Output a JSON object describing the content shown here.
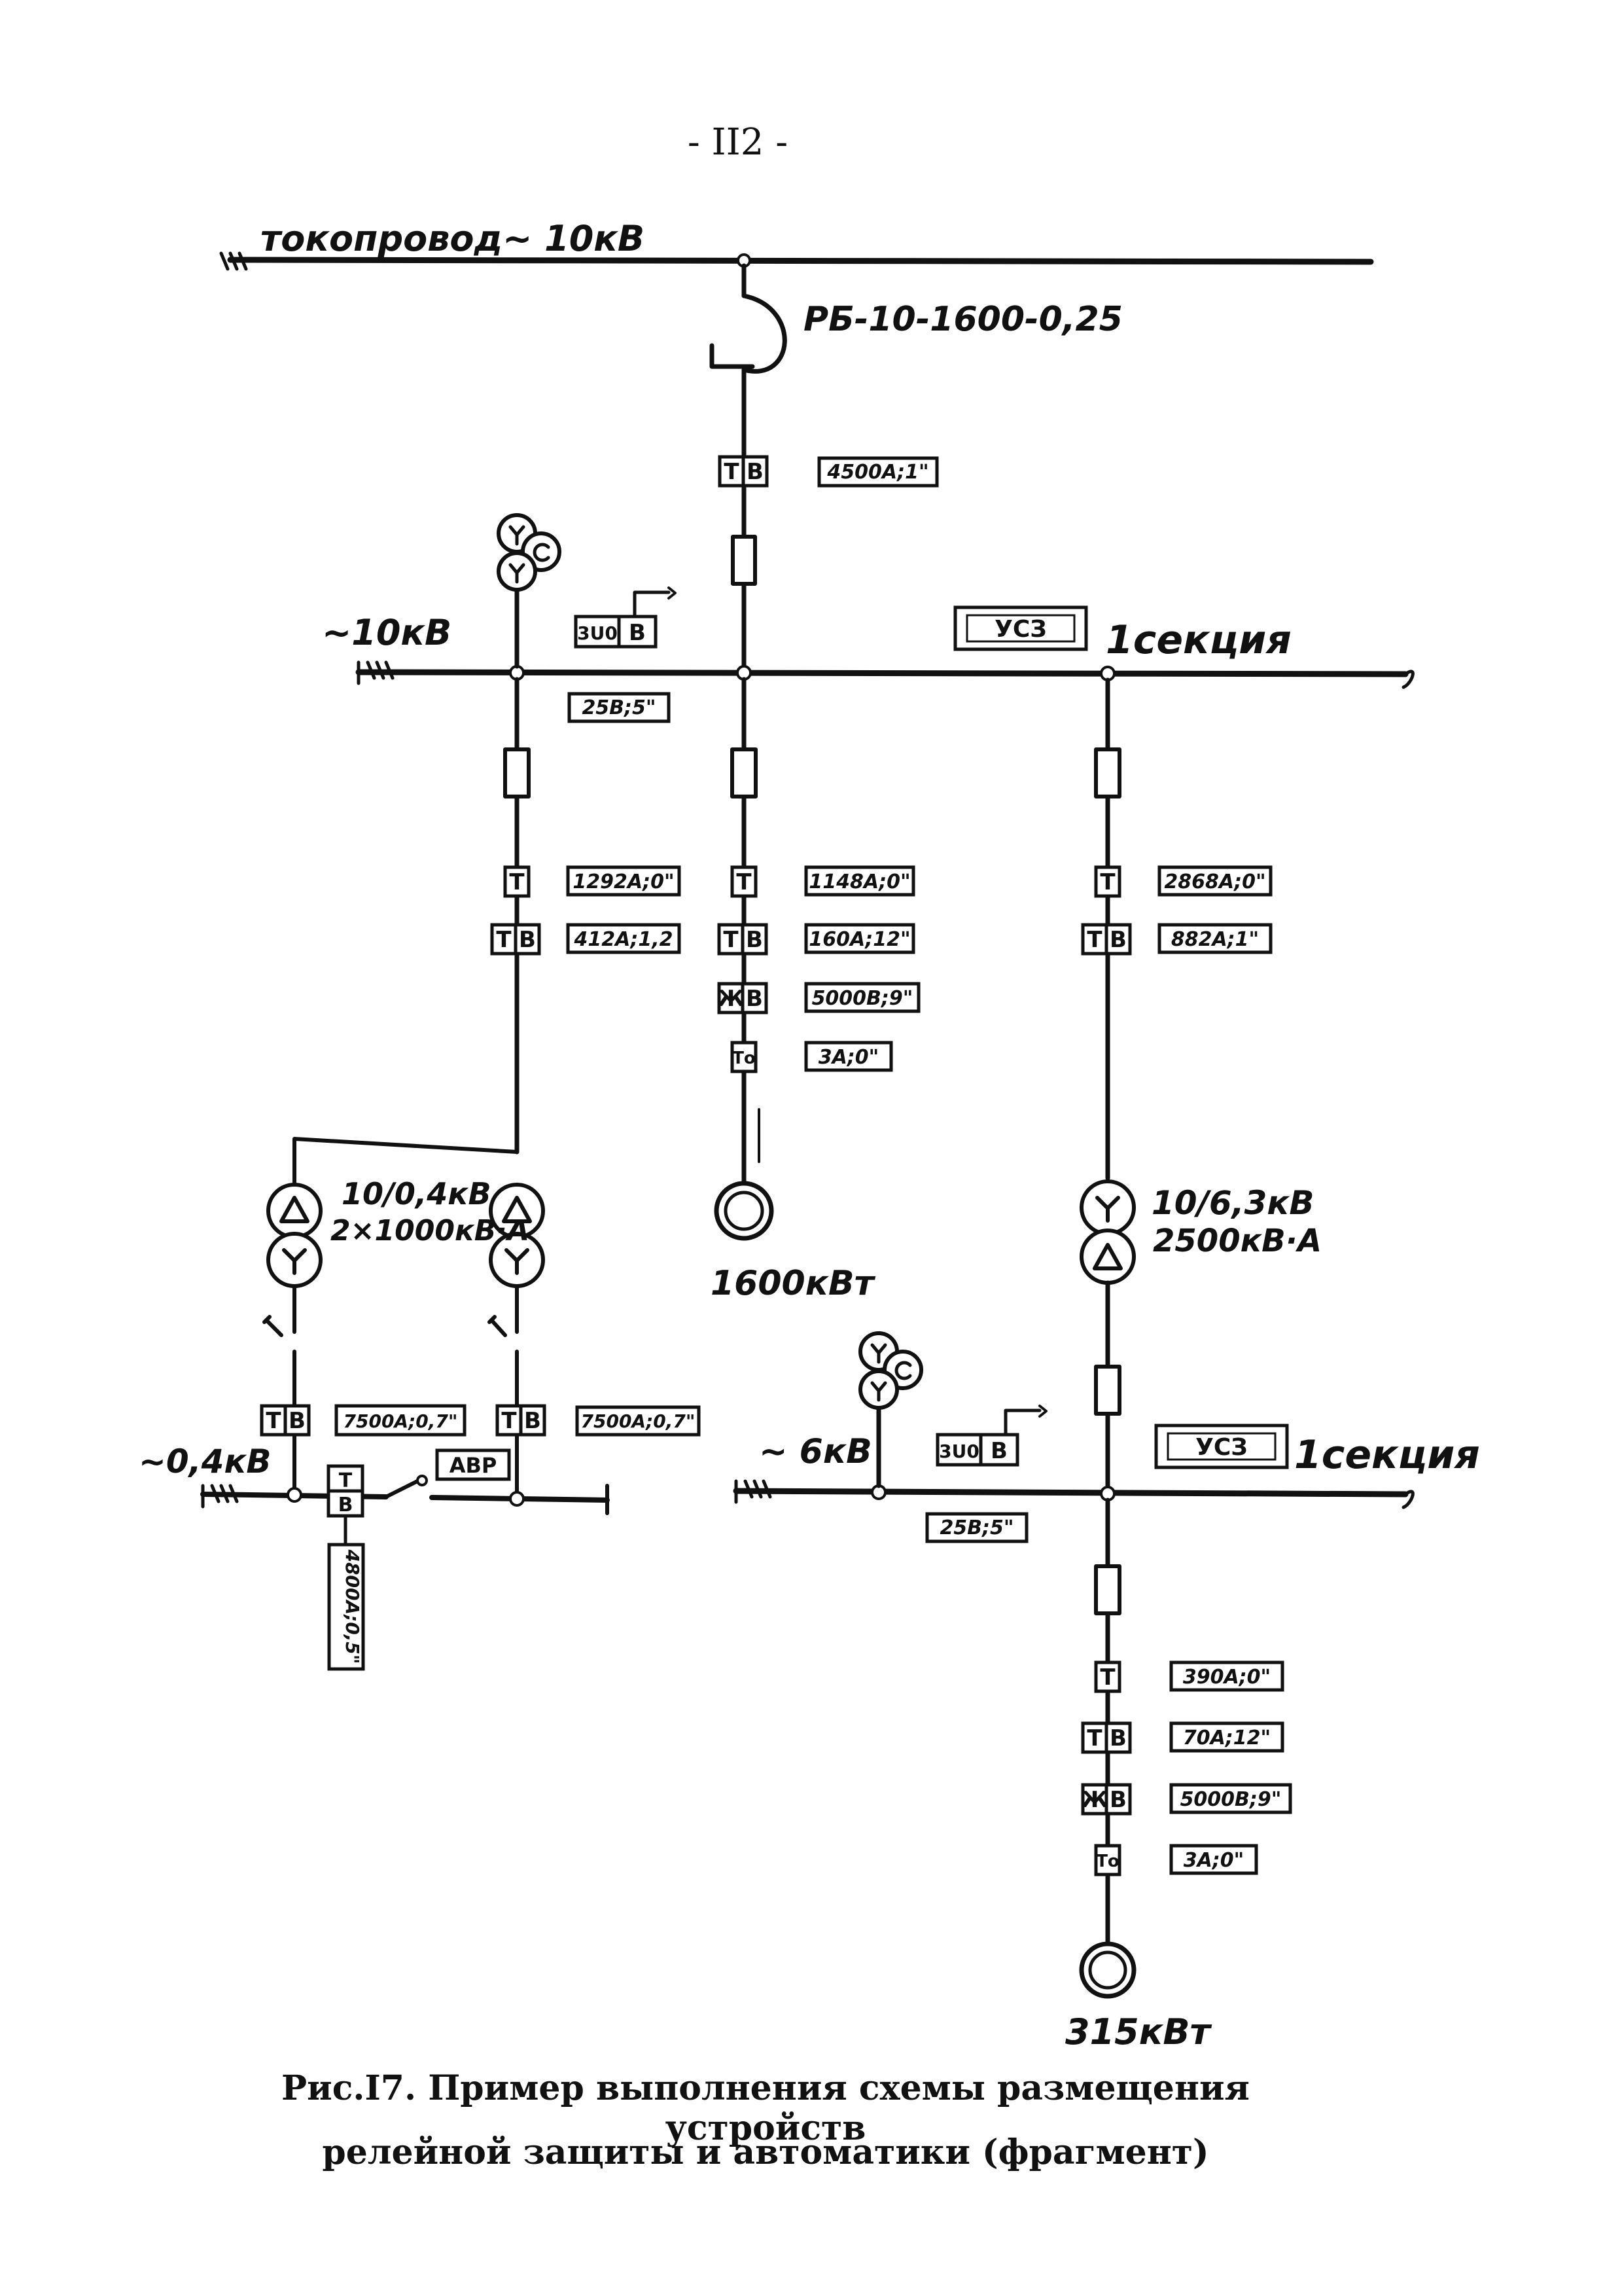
{
  "page_number": "- II2 -",
  "caption": {
    "line1": "Рис.I7. Пример выполнения схемы размещения устройств",
    "line2": "релейной защиты и автоматики (фрагмент)"
  },
  "labels": {
    "busway": "токопровод~ 10кВ",
    "reactor": "РБ-10-1600-0,25",
    "bus10_voltage": "~10кВ",
    "bus10_section": "1секция",
    "bus6_voltage": "~ 6кВ",
    "bus6_section": "1секция",
    "bus04_voltage": "~0,4кВ",
    "tr1_rating_1": "10/0,4кВ",
    "tr1_rating_2": "2×1000кВ·А",
    "tr2_rating_1": "10/6,3кВ",
    "tr2_rating_2": "2500кВ·А",
    "motor1": "1600кВт",
    "motor2": "315кВт"
  },
  "device_codes": {
    "t": "Т",
    "v": "В",
    "zh": "Ж",
    "to": "То",
    "three_u0": "3U0",
    "usz": "УСЗ",
    "avr": "АВР"
  },
  "settings": {
    "incomer": "4500А;1\"",
    "bus10_voltage_prot": "25В;5\"",
    "f1_t": "1292А;0\"",
    "f1_tv": "412А;1,2",
    "m1_t": "1148А;0\"",
    "m1_tv": "160А;12\"",
    "m1_zhv": "5000В;9\"",
    "m1_to": "3А;0\"",
    "f3_t": "2868А;0\"",
    "f3_tv": "882А;1\"",
    "lv_left_tv": "7500А;0,7\"",
    "lv_right_tv": "7500А;0,7\"",
    "lv_sect_tv": "4800А;0,5\"",
    "bus6_voltage_prot": "25В;5\"",
    "m2_t": "390А;0\"",
    "m2_tv": "70А;12\"",
    "m2_zhv": "5000В;9\"",
    "m2_to": "3А;0\""
  }
}
